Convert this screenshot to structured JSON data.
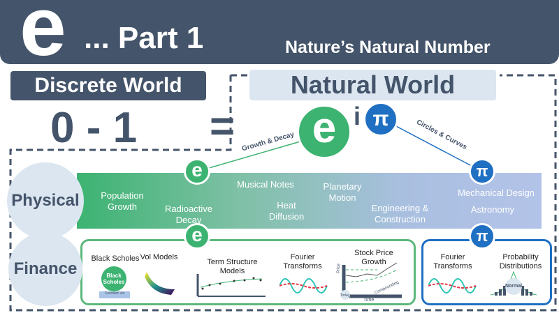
{
  "header": {
    "symbol": "e",
    "title": "... Part 1",
    "subtitle": "Nature’s Natural Number"
  },
  "discrete": {
    "label": "Discrete World",
    "expression": "0 - 1",
    "equals": "="
  },
  "natural": {
    "label": "Natural World",
    "e": "e",
    "i": "i",
    "pi": "π"
  },
  "links": {
    "left": "Growth & Decay",
    "right": "Circles & Curves"
  },
  "physical": {
    "label": "Physical",
    "items": [
      "Population Growth",
      "Radioactive Decay",
      "Musical Notes",
      "Heat Diffusion",
      "Planetary Motion",
      "Engineering & Construction",
      "Mechanical Design",
      "Astronomy"
    ]
  },
  "finance": {
    "label": "Finance",
    "e_items": [
      "Black Scholes",
      "Vol Models",
      "Term Structure Models",
      "Fourier Transforms",
      "Stock Price Growth"
    ],
    "pi_items": [
      "Fourier Transforms",
      "Probability Distributions"
    ],
    "bs_badge": "Black Scholes",
    "bs_sub": "Constant Vol",
    "price": "Price",
    "time": "Time",
    "today": "Today",
    "compounding": "Compounding",
    "normal": "Normal"
  },
  "colors": {
    "slate": "#44546a",
    "green": "#3cb371",
    "blue": "#1f6fc2",
    "light": "#dce6f0"
  }
}
